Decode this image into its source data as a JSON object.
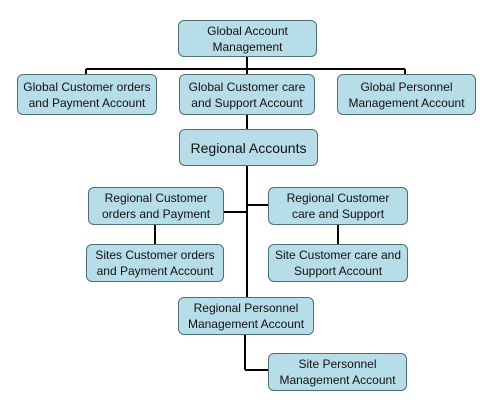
{
  "nodes": {
    "global_account_management": "Global Account\nManagement",
    "global_customer_orders": "Global Customer orders\nand Payment Account",
    "global_customer_care": "Global Customer care\nand Support Account",
    "global_personnel": "Global Personnel\nManagement Account",
    "regional_accounts": "Regional Accounts",
    "regional_customer_orders": "Regional Customer\norders and Payment",
    "regional_customer_care": "Regional Customer\ncare and Support",
    "sites_customer_orders": "Sites Customer orders\nand Payment Account",
    "site_customer_care": "Site Customer care and\nSupport Account",
    "regional_personnel": "Regional Personnel\nManagement Account",
    "site_personnel": "Site Personnel\nManagement Account"
  },
  "colors": {
    "node_fill": "#b7dde8",
    "node_border": "#4f6f77",
    "connector": "#000000"
  }
}
